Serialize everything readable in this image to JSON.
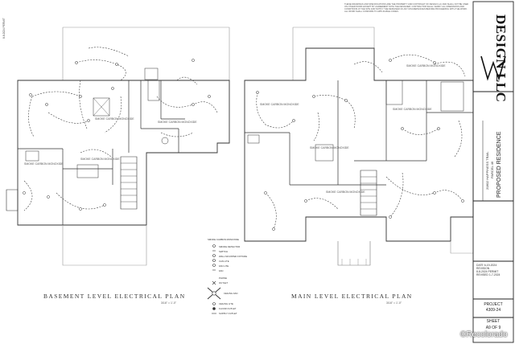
{
  "stamp_date": "8-8-2024 PERMIT",
  "notes": "THESE DRAWINGS AND SPECIFICATIONS ARE THE PROPERTY AND COPYRIGHT OF DESIGN LLC AND SHALL NOT BE USED ON OTHER WORK EXCEPT BY AGREEMENT WITH THE DESIGNER. CONTRACTOR SHALL VERIFY ALL DIMENSIONS AND CONDITIONS AT THE SITE AND NOTIFY THE DESIGNER OF ANY DISCREPANCIES BEFORE PROCEEDING WITH THE WORK. ALL WORK SHALL CONFORM TO APPLICABLE CODES.",
  "plans": {
    "basement_title": "BASEMENT  LEVEL ELECTRICAL PLAN",
    "main_title": "MAIN LEVEL ELECTRICAL PLAN",
    "scale": "3/16\" = 1'-0\""
  },
  "fixture_label": "SMOKE CARBON MONOXIDE",
  "legend": {
    "heading": "SMOKE CARBON MONOXIDE",
    "items": [
      "SMOKE DETECTOR",
      "SWITCH",
      "WALL MOUNTED FIXTURE",
      "CAN LITE",
      "FAN LITE",
      "FAN",
      "PHONE",
      "OUTLET",
      "CEILING FAN",
      "CEILING LITE",
      "FLOOR OUTLET",
      "SUPPLY OUTLET"
    ]
  },
  "title_block": {
    "company": "DESIGN LLC",
    "project_name": "PROPOSED RESIDENCE",
    "address_line1": "20802 HAPPINESS TRAIL",
    "address_line2": "PARCEL 46",
    "date_label": "DATE",
    "date_value": "6-19-2024",
    "revision_label": "REVISION",
    "revisions": [
      "8-8-2024 PERMIT",
      "REVISED 1-7-2024"
    ],
    "project_label": "PROJECT",
    "project_number": "4309-24",
    "sheet_label": "SHEET",
    "sheet_number": "A9 OF 9"
  },
  "watermark": "©Recolorado"
}
